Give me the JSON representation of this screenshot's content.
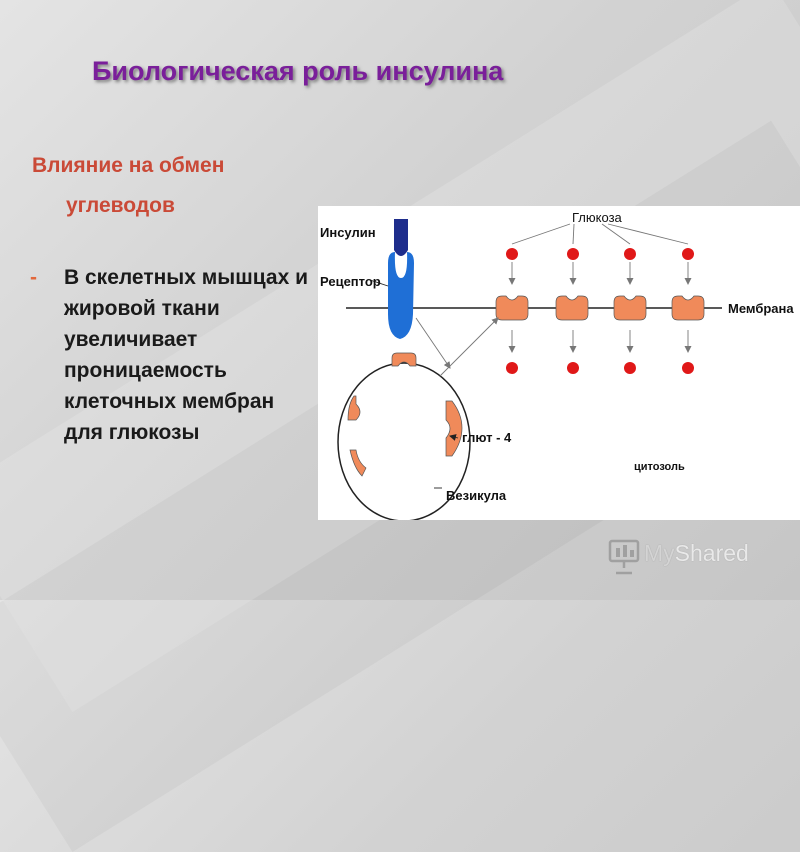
{
  "slide": {
    "title": "Биологическая роль инсулина",
    "subtitle_line1": "Влияние на обмен",
    "subtitle_line2": "углеводов",
    "bullet_marker": "-",
    "bullet_text": "В скелетных мышцах и жировой ткани увеличивает проницаемость клеточных мембран для глюкозы"
  },
  "diagram": {
    "label_insulin": "Инсулин",
    "label_receptor": "Рецептор",
    "label_glucose": "Глюкоза",
    "label_membrane": "Мембрана",
    "label_glut4": "глют - 4",
    "label_cytosol": "цитозоль",
    "label_vesicle": "Везикула"
  },
  "logo": {
    "my": "My",
    "shared": "Shared"
  },
  "colors": {
    "title": "#7a1f9a",
    "subtitle": "#ca4a37",
    "transporter": "#f08a5a",
    "glucose": "#e01818",
    "receptor": "#1f6fd6",
    "insulin": "#1e2d8c"
  }
}
